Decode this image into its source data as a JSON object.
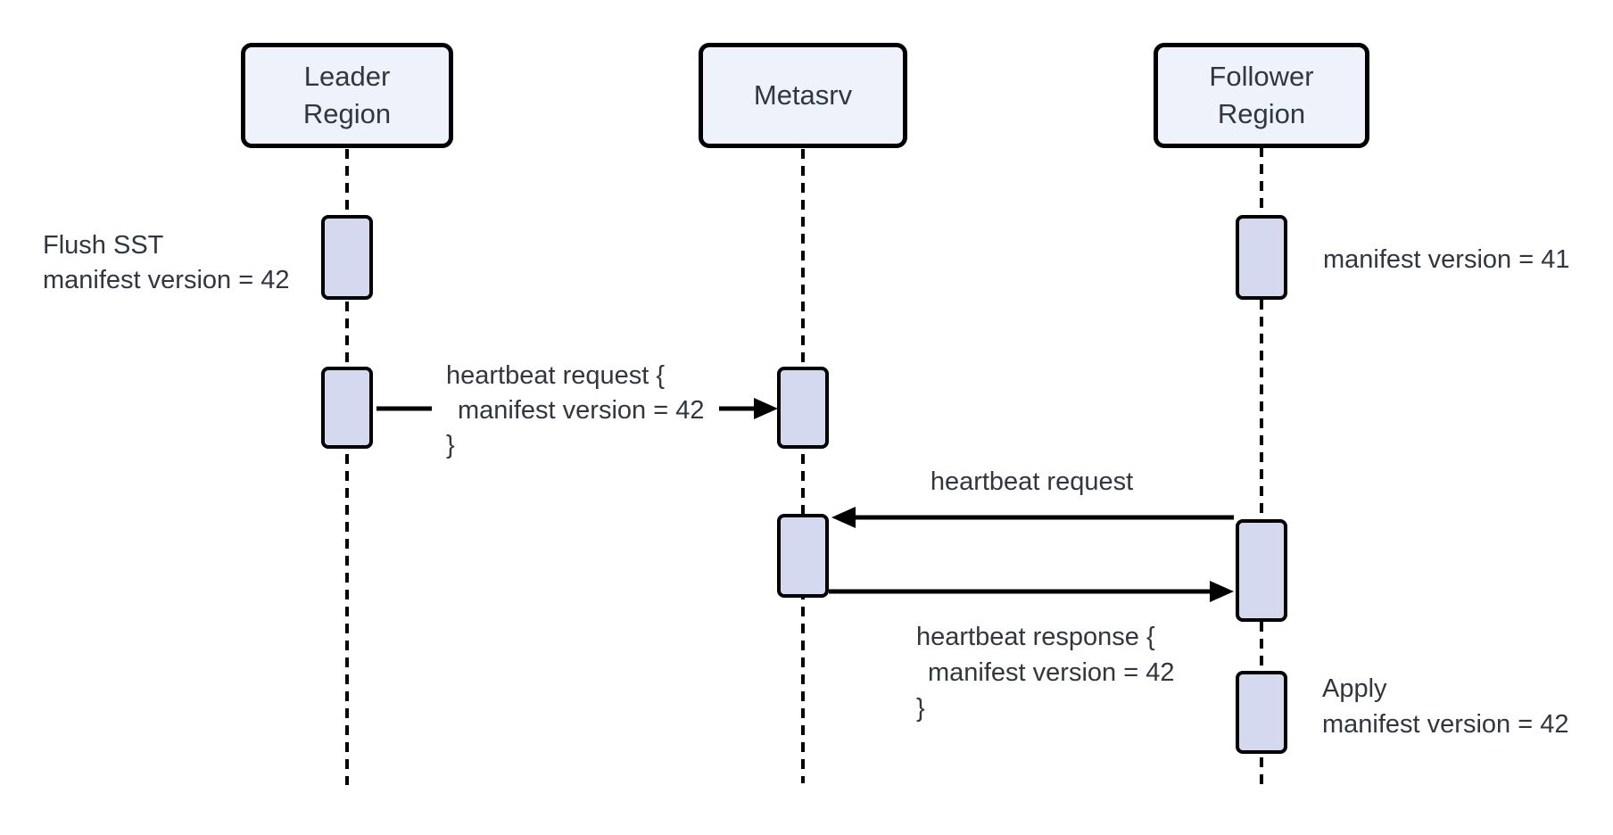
{
  "participants": {
    "leader": {
      "line1": "Leader",
      "line2": "Region"
    },
    "metasrv": {
      "name": "Metasrv"
    },
    "follower": {
      "line1": "Follower",
      "line2": "Region"
    }
  },
  "annotations": {
    "flush": {
      "line1": "Flush SST",
      "line2": "manifest version = 42"
    },
    "follower_version": {
      "line1": "manifest version = 41"
    },
    "apply": {
      "line1": "Apply",
      "line2": "manifest version = 42"
    }
  },
  "messages": {
    "leader_to_metasrv": {
      "line1": "heartbeat request {",
      "line2": "manifest version = 42",
      "line3": "}"
    },
    "follower_to_metasrv": {
      "label": "heartbeat request"
    },
    "metasrv_to_follower": {
      "line1": "heartbeat response {",
      "line2": "manifest version = 42",
      "line3": "}"
    }
  },
  "colors": {
    "background": "#FFFFFF",
    "participant_fill": "#EFF2FB",
    "activation_fill": "#D4D9F0",
    "stroke": "#000000",
    "text": "#31363F"
  }
}
